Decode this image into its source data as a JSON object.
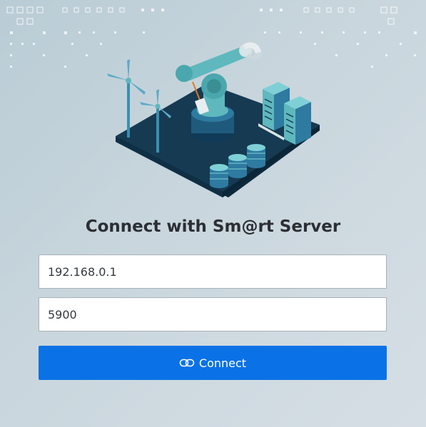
{
  "title": "Connect with Sm@rt Server",
  "ip_field": {
    "value": "192.168.0.1",
    "placeholder": ""
  },
  "port_field": {
    "value": "5900",
    "placeholder": ""
  },
  "connect_button": {
    "label": "Connect",
    "icon": "link-icon",
    "color": "#0a72e6"
  },
  "illustration": {
    "icon": "smart-factory-illustration"
  },
  "colors": {
    "accent": "#0a72e6",
    "platform": "#163a52",
    "teal": "#5fb8bd"
  }
}
